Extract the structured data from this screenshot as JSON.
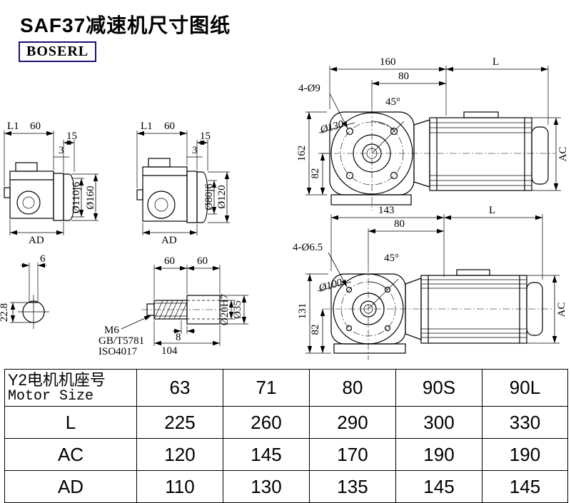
{
  "colors": {
    "line": "#000000",
    "logo_border": "#1a1270",
    "background": "#ffffff"
  },
  "header": {
    "title": "SAF37减速机尺寸图纸",
    "logo_text": "BOSERL"
  },
  "drawings": {
    "flange_small_1": {
      "dim_l1": "L1",
      "dim_60": "60",
      "dim_15": "15",
      "dim_3": "3",
      "dia_inner": "Ø110j6",
      "dia_outer": "Ø160",
      "dim_ad": "AD"
    },
    "flange_small_2": {
      "dim_l1": "L1",
      "dim_60": "60",
      "dim_15": "15",
      "dim_3": "3",
      "dia_inner": "Ø80j6",
      "dia_outer": "Ø120",
      "dim_ad": "AD"
    },
    "front_large": {
      "dim_width": "160",
      "dim_l": "L",
      "dim_holes": "4-Ø9",
      "dim_80": "80",
      "dim_angle": "45°",
      "dia_bolt_circle": "Ø130",
      "dim_height": "162",
      "dim_82": "82",
      "dim_ac": "AC"
    },
    "front_small": {
      "dim_width": "143",
      "dim_l": "L",
      "dim_holes": "4-Ø6.5",
      "dim_80": "80",
      "dim_angle": "45°",
      "dia_bolt_circle": "Ø100",
      "dim_height": "131",
      "dim_82": "82",
      "dim_ac": "AC"
    },
    "shaft_end": {
      "dim_6": "6",
      "dim_228": "22.8"
    },
    "shaft_side": {
      "dim_60a": "60",
      "dim_60b": "60",
      "thread": "M6",
      "std1": "GB/T5781",
      "std2": "ISO4017",
      "dim_8": "8",
      "dim_104": "104",
      "dia_shaft": "Ø20H7",
      "dia_35": "Ø35"
    }
  },
  "table": {
    "header_label_cn": "Y2电机机座号",
    "header_label_en": "Motor Size",
    "motor_sizes": [
      "63",
      "71",
      "80",
      "90S",
      "90L"
    ],
    "rows": [
      {
        "label": "L",
        "values": [
          "225",
          "260",
          "290",
          "300",
          "330"
        ]
      },
      {
        "label": "AC",
        "values": [
          "120",
          "145",
          "170",
          "190",
          "190"
        ]
      },
      {
        "label": "AD",
        "values": [
          "110",
          "130",
          "135",
          "145",
          "145"
        ]
      }
    ]
  }
}
